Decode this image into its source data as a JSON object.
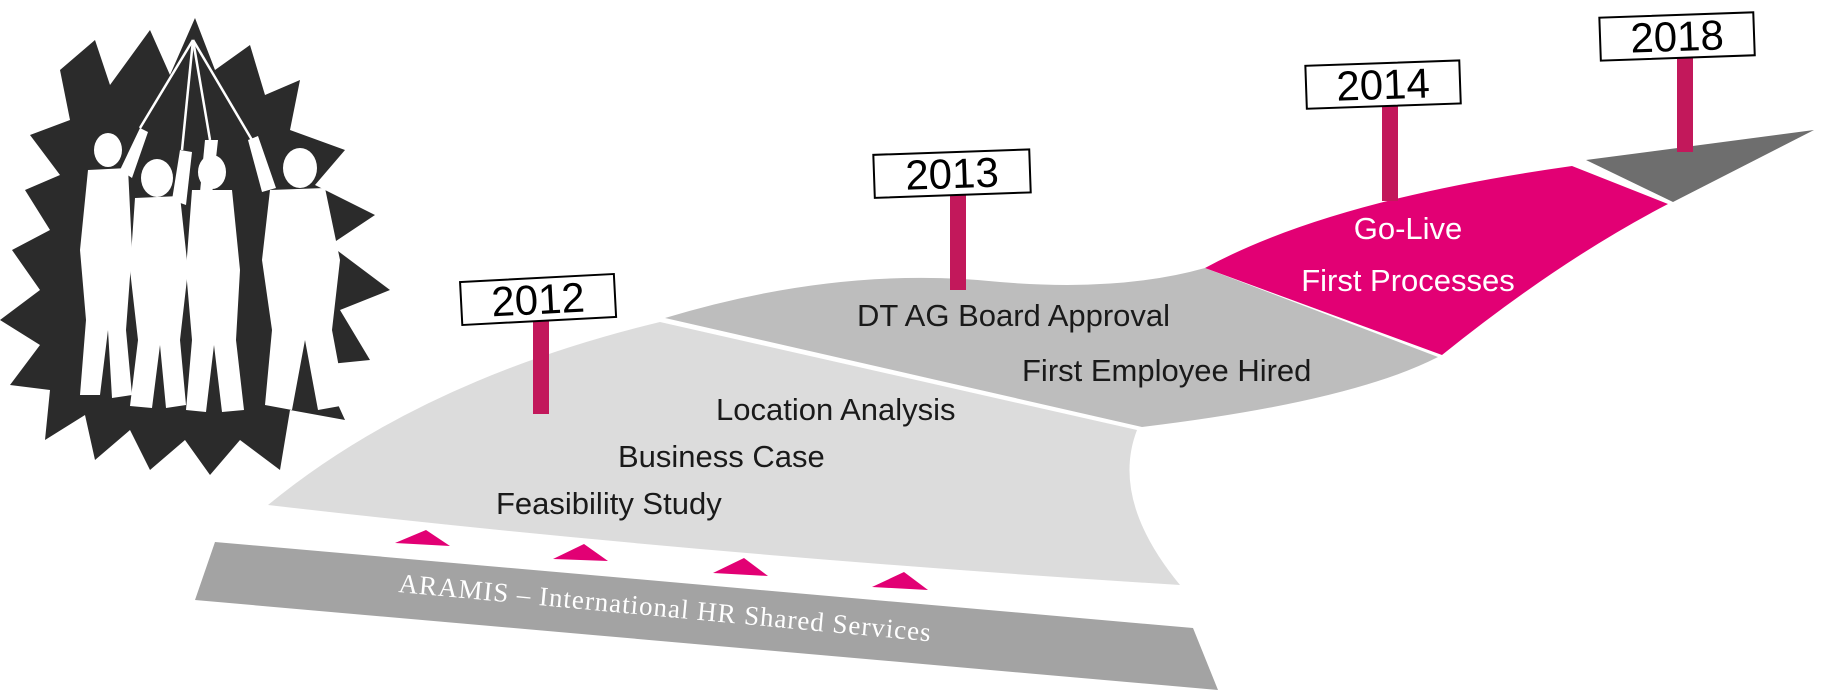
{
  "colors": {
    "segment_2012": "#dcdcdc",
    "segment_2013": "#bdbdbd",
    "segment_2014": "#e20074",
    "segment_2018": "#6e6e6e",
    "banner": "#a3a3a3",
    "post": "#c2185b",
    "silhouette_splash": "#2b2b2b"
  },
  "banner": {
    "text": "ARAMIS – International HR Shared Services"
  },
  "years": [
    "2012",
    "2013",
    "2014",
    "2018"
  ],
  "milestones": {
    "y2012": [
      "Location Analysis",
      "Business Case",
      "Feasibility Study"
    ],
    "y2013": [
      "DT AG Board Approval",
      "First Employee Hired"
    ],
    "y2014": [
      "Go-Live",
      "First Processes"
    ]
  },
  "icons": {
    "illustration": "people-raising-swords-silhouette",
    "arrows": "pink-triangle-arrow"
  }
}
